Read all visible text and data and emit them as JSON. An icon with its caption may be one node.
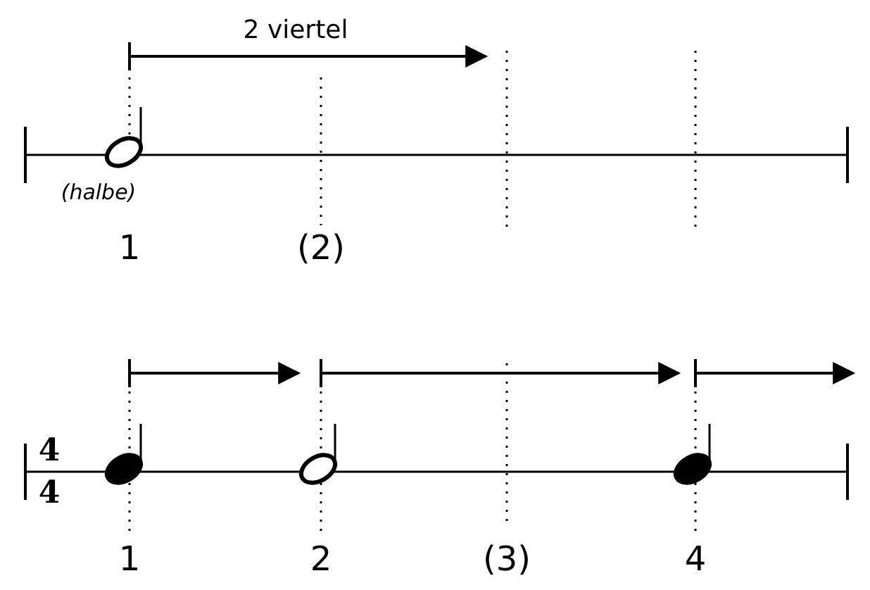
{
  "diagram": {
    "labels": [
      "2 viertel",
      "(halbe)",
      "1",
      "(2)",
      "4",
      "4",
      "1",
      "2",
      "(3)",
      "4"
    ]
  }
}
